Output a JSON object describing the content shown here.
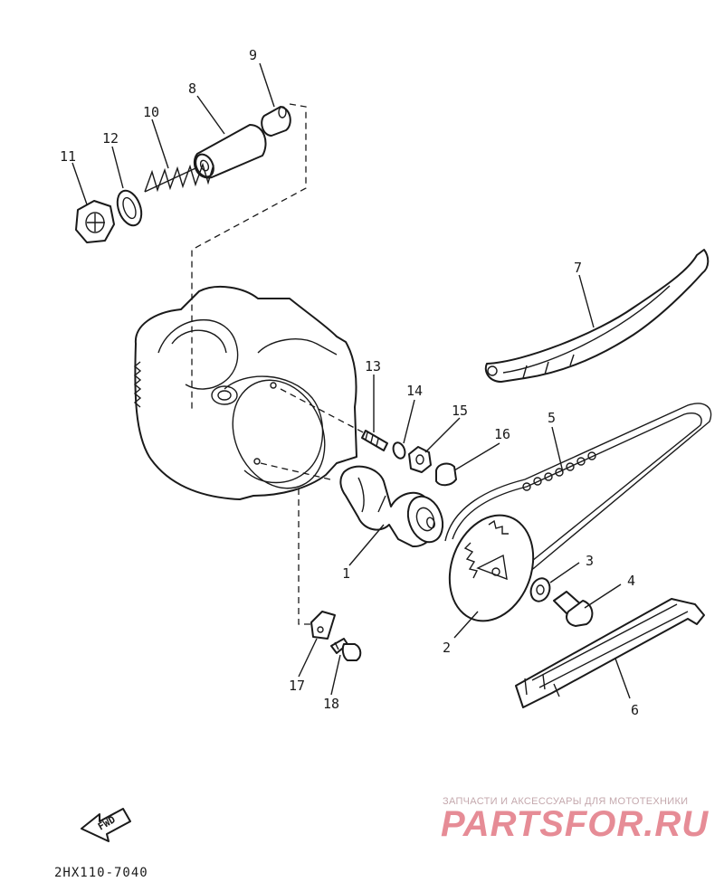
{
  "callouts": [
    {
      "id": "1",
      "label": "1"
    },
    {
      "id": "2",
      "label": "2"
    },
    {
      "id": "3",
      "label": "3"
    },
    {
      "id": "4",
      "label": "4"
    },
    {
      "id": "5",
      "label": "5"
    },
    {
      "id": "6",
      "label": "6"
    },
    {
      "id": "7",
      "label": "7"
    },
    {
      "id": "8",
      "label": "8"
    },
    {
      "id": "9",
      "label": "9"
    },
    {
      "id": "10",
      "label": "10"
    },
    {
      "id": "11",
      "label": "11"
    },
    {
      "id": "12",
      "label": "12"
    },
    {
      "id": "13",
      "label": "13"
    },
    {
      "id": "14",
      "label": "14"
    },
    {
      "id": "15",
      "label": "15"
    },
    {
      "id": "16",
      "label": "16"
    },
    {
      "id": "17",
      "label": "17"
    },
    {
      "id": "18",
      "label": "18"
    }
  ],
  "fwd_badge": {
    "label": "FWD"
  },
  "reference_code": "2HX110-7040",
  "watermark": {
    "tagline": "ЗАПЧАСТИ И АКСЕССУАРЫ ДЛЯ МОТОТЕХНИКИ",
    "brand": "PARTSFOR.RU",
    "color": "#e68c96"
  }
}
